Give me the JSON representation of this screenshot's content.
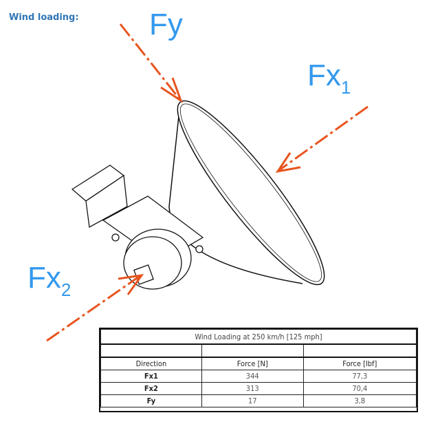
{
  "title": "Wind loading:",
  "labels": {
    "fy": "Fy",
    "fx1_main": "Fx",
    "fx1_sub": "1",
    "fx2_main": "Fx",
    "fx2_sub": "2"
  },
  "colors": {
    "arrow": "#e8541e",
    "label": "#3399ee",
    "title": "#2e75b6"
  },
  "table": {
    "caption": "Wind Loading at 250 km/h [125 mph]",
    "headers": [
      "Direction",
      "Force [N]",
      "Force [lbf]"
    ],
    "rows": [
      {
        "direction": "Fx1",
        "force_n": "344",
        "force_lbf": "77,3"
      },
      {
        "direction": "Fx2",
        "force_n": "313",
        "force_lbf": "70,4"
      },
      {
        "direction": "Fy",
        "force_n": "17",
        "force_lbf": "3,8"
      }
    ]
  }
}
